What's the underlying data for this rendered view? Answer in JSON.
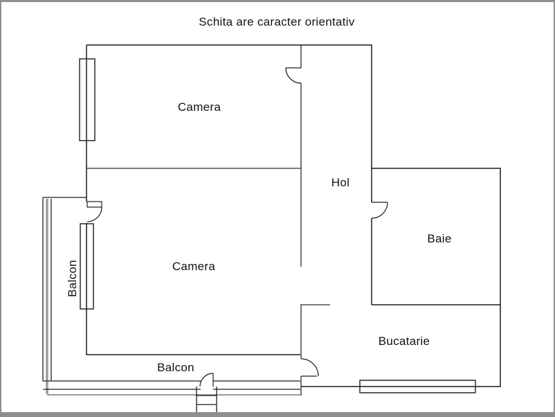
{
  "title": "Schita are caracter orientativ",
  "labels": {
    "camera_top": "Camera",
    "camera_bottom": "Camera",
    "hol": "Hol",
    "baie": "Baie",
    "bucatarie": "Bucatarie",
    "balcon_left": "Balcon",
    "balcon_bottom": "Balcon"
  },
  "colors": {
    "wall": "#1a1a1a",
    "railing_gray": "#9b9b9b",
    "frame": "#8f8f8f",
    "background": "#ffffff",
    "text": "#111111"
  }
}
